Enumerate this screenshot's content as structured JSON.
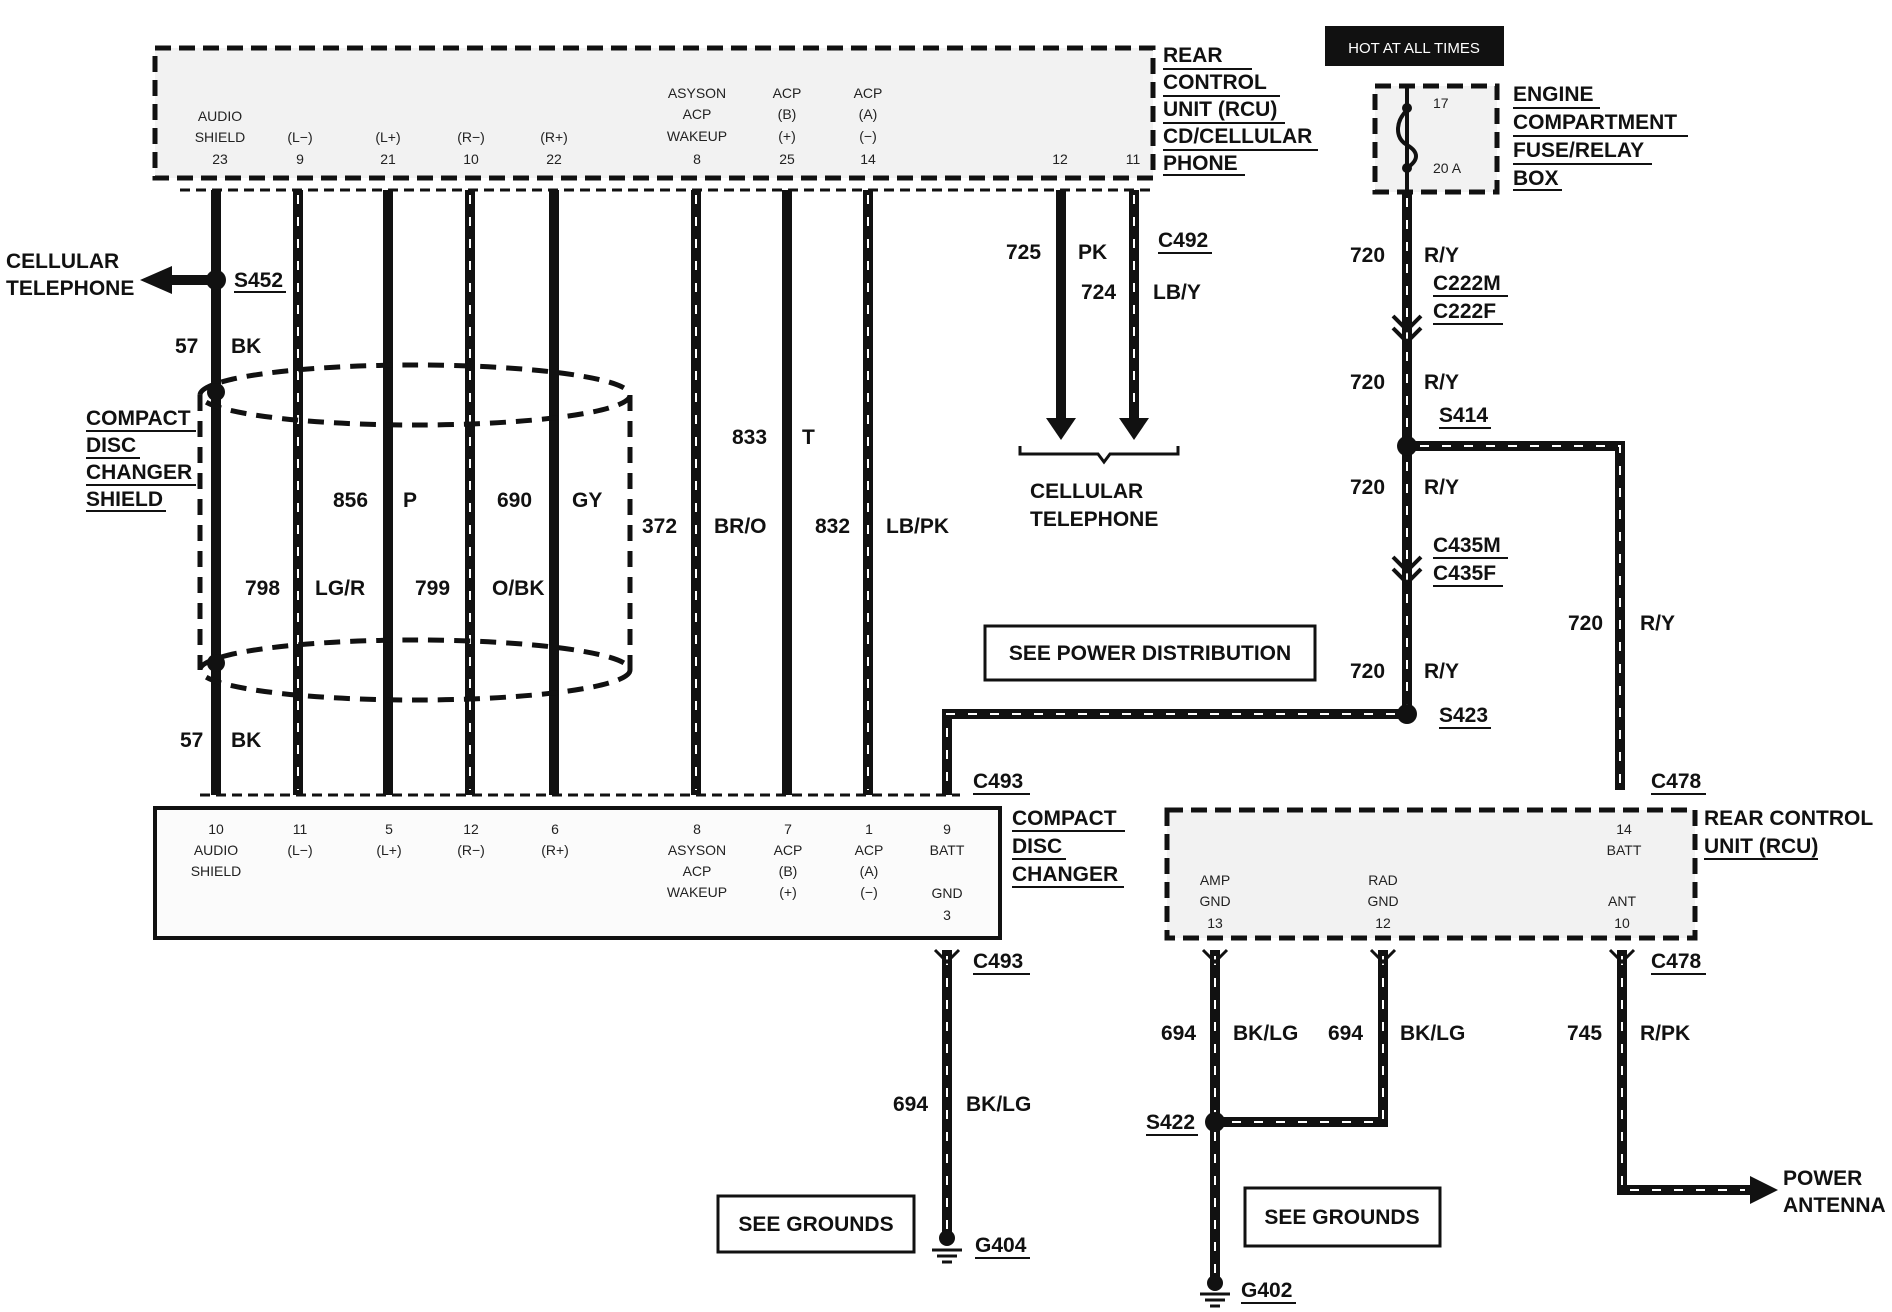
{
  "rcu_cd_phone": {
    "title_lines": [
      "REAR",
      "CONTROL",
      "UNIT (RCU)",
      "CD/CELLULAR",
      "PHONE"
    ],
    "pins": [
      {
        "lines": [
          "AUDIO",
          "SHIELD"
        ],
        "num": "23"
      },
      {
        "lines": [
          "(L−)"
        ],
        "num": "9"
      },
      {
        "lines": [
          "(L+)"
        ],
        "num": "21"
      },
      {
        "lines": [
          "(R−)"
        ],
        "num": "10"
      },
      {
        "lines": [
          "(R+)"
        ],
        "num": "22"
      },
      {
        "lines": [
          "ASYSON",
          "ACP",
          "WAKEUP"
        ],
        "num": "8"
      },
      {
        "lines": [
          "ACP",
          "(B)",
          "(+)"
        ],
        "num": "25"
      },
      {
        "lines": [
          "ACP",
          "(A)",
          "(−)"
        ],
        "num": "14"
      },
      {
        "lines": [],
        "num": "12"
      },
      {
        "lines": [],
        "num": "11"
      }
    ]
  },
  "fuse_box": {
    "hot_label": "HOT AT ALL TIMES",
    "title_lines": [
      "ENGINE",
      "COMPARTMENT",
      "FUSE/RELAY",
      "BOX"
    ],
    "fuse_number": "17",
    "fuse_rating": "20 A"
  },
  "cd_changer": {
    "title_lines": [
      "COMPACT",
      "DISC",
      "CHANGER"
    ],
    "pins": [
      {
        "num": "10",
        "lines": [
          "AUDIO",
          "SHIELD"
        ]
      },
      {
        "num": "11",
        "lines": [
          "(L−)"
        ]
      },
      {
        "num": "5",
        "lines": [
          "(L+)"
        ]
      },
      {
        "num": "12",
        "lines": [
          "(R−)"
        ]
      },
      {
        "num": "6",
        "lines": [
          "(R+)"
        ]
      },
      {
        "num": "8",
        "lines": [
          "ASYSON",
          "ACP",
          "WAKEUP"
        ]
      },
      {
        "num": "7",
        "lines": [
          "ACP",
          "(B)",
          "(+)"
        ]
      },
      {
        "num": "1",
        "lines": [
          "ACP",
          "(A)",
          "(−)"
        ]
      },
      {
        "num": "9",
        "lines": [
          "BATT"
        ]
      },
      {
        "num": "3",
        "lines": [
          "GND"
        ]
      }
    ]
  },
  "rcu": {
    "title_lines": [
      "REAR CONTROL",
      "UNIT (RCU)"
    ],
    "pins": [
      {
        "lines": [
          "AMP",
          "GND"
        ],
        "num": "13"
      },
      {
        "lines": [
          "RAD",
          "GND"
        ],
        "num": "12"
      },
      {
        "lines": [
          "ANT"
        ],
        "num": "10"
      },
      {
        "lines": [
          "BATT"
        ],
        "num": "14"
      }
    ]
  },
  "shield_label_lines": [
    "COMPACT",
    "DISC",
    "CHANGER",
    "SHIELD"
  ],
  "destinations": {
    "cell_phone_left": [
      "CELLULAR",
      "TELEPHONE"
    ],
    "cell_phone_mid": [
      "CELLULAR",
      "TELEPHONE"
    ],
    "power_antenna": [
      "POWER",
      "ANTENNA"
    ]
  },
  "notes": {
    "power_distribution": "SEE POWER DISTRIBUTION",
    "grounds_left": "SEE GROUNDS",
    "grounds_right": "SEE GROUNDS"
  },
  "wire_labels": [
    {
      "circuit": "57",
      "color": "BK"
    },
    {
      "circuit": "57",
      "color": "BK"
    },
    {
      "circuit": "798",
      "color": "LG/R"
    },
    {
      "circuit": "856",
      "color": "P"
    },
    {
      "circuit": "799",
      "color": "O/BK"
    },
    {
      "circuit": "690",
      "color": "GY"
    },
    {
      "circuit": "372",
      "color": "BR/O"
    },
    {
      "circuit": "833",
      "color": "T"
    },
    {
      "circuit": "832",
      "color": "LB/PK"
    },
    {
      "circuit": "725",
      "color": "PK"
    },
    {
      "circuit": "724",
      "color": "LB/Y"
    },
    {
      "circuit": "720",
      "color": "R/Y"
    },
    {
      "circuit": "720",
      "color": "R/Y"
    },
    {
      "circuit": "720",
      "color": "R/Y"
    },
    {
      "circuit": "720",
      "color": "R/Y"
    },
    {
      "circuit": "720",
      "color": "R/Y"
    },
    {
      "circuit": "694",
      "color": "BK/LG"
    },
    {
      "circuit": "694",
      "color": "BK/LG"
    },
    {
      "circuit": "694",
      "color": "BK/LG"
    },
    {
      "circuit": "745",
      "color": "R/PK"
    }
  ],
  "connectors": {
    "c492": "C492",
    "c222m": "C222M",
    "c222f": "C222F",
    "c435m": "C435M",
    "c435f": "C435F",
    "c493_top": "C493",
    "c493_bottom": "C493",
    "c478_top": "C478",
    "c478_bottom": "C478"
  },
  "splices": {
    "s452": "S452",
    "s414": "S414",
    "s423": "S423",
    "s422": "S422"
  },
  "grounds": {
    "g404": "G404",
    "g402": "G402"
  }
}
